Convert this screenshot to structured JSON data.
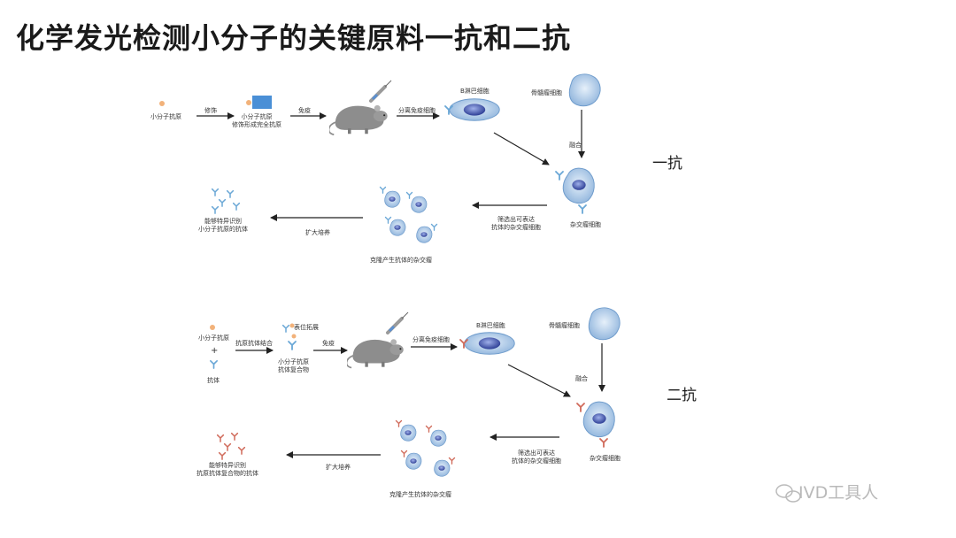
{
  "title": "化学发光检测小分子的关键原料一抗和二抗",
  "primary": {
    "side_label": "一抗",
    "hapten": "小分子抗原",
    "step_modify": "修饰",
    "complete_antigen": "小分子抗原\n修饰形成完全抗原",
    "step_immunize": "免疫",
    "step_isolate": "分离免疫细胞",
    "b_cell": "B淋巴细胞",
    "myeloma": "骨髓瘤细胞",
    "fusion": "融合",
    "hybridoma": "杂交瘤细胞",
    "screen": "筛选出可表达\n抗体的杂交瘤细胞",
    "clones": "克隆产生抗体的杂交瘤",
    "expand": "扩大培养",
    "result": "能够特异识别\n小分子抗原的抗体"
  },
  "secondary": {
    "side_label": "二抗",
    "hapten": "小分子抗原",
    "plus": "+",
    "antibody": "抗体",
    "step_bind": "抗原抗体结合",
    "epitope": "表位拓展",
    "complex": "小分子抗原\n抗体复合物",
    "step_immunize": "免疫",
    "step_isolate": "分离免疫细胞",
    "b_cell": "B淋巴细胞",
    "myeloma": "骨髓瘤细胞",
    "fusion": "融合",
    "hybridoma": "杂交瘤细胞",
    "screen": "筛选出可表达\n抗体的杂交瘤细胞",
    "clones": "克隆产生抗体的杂交瘤",
    "expand": "扩大培养",
    "result": "能够特异识别\n抗原抗体复合物的抗体"
  },
  "watermark": "IVD工具人",
  "colors": {
    "cell": "#a9c8e6",
    "cell_edge": "#6f9ccc",
    "nucleus": "#3b4fa8",
    "antibody_blue": "#6aa7d6",
    "antibody_red": "#d06a5a",
    "mouse": "#8a8a8a",
    "hapten": "#f2b27a"
  }
}
